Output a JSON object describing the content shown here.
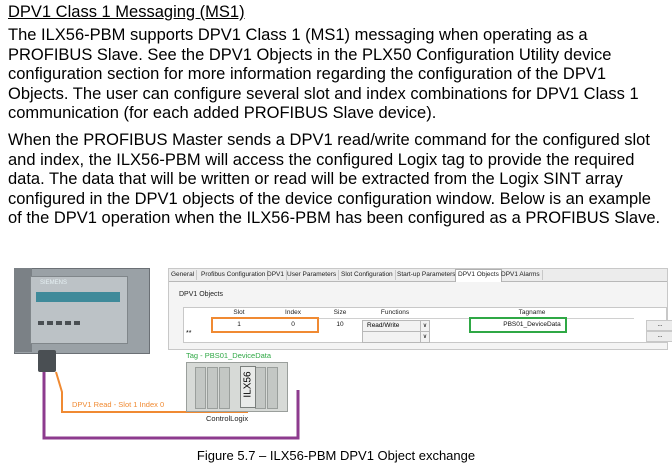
{
  "heading": "DPV1 Class 1 Messaging (MS1)",
  "paragraphs": [
    "The ILX56-PBM supports DPV1 Class 1 (MS1) messaging when operating as a PROFIBUS Slave. See the DPV1 Objects in the PLX50 Configuration Utility device configuration section for more information regarding the configuration of the DPV1 Objects. The user can configure several slot and index combinations for DPV1 Class 1 communication (for each added PROFIBUS Slave device).",
    "When the PROFIBUS Master sends a DPV1 read/write command for the configured slot and index, the ILX56-PBM will access the configured Logix tag to provide the required data. The data that will be written or read will be extracted from the Logix SINT array configured in the DPV1 objects of the device configuration window. Below is an example of the DPV1 operation when the ILX56-PBM has been configured as a PROFIBUS Slave."
  ],
  "figure": {
    "tabs": [
      "General",
      "Profibus Configuration",
      "DPV1",
      "User Parameters",
      "Slot Configuration",
      "Start-up Parameters",
      "DPV1 Objects",
      "DPV1 Alarms"
    ],
    "active_tab": "DPV1 Objects",
    "section_title": "DPV1 Objects",
    "columns": [
      "Slot",
      "Index",
      "Size",
      "Functions",
      "Tagname"
    ],
    "row": {
      "slot": "1",
      "index": "0",
      "size": "10",
      "function": "Read/Write",
      "tagname": "PBS01_DeviceData",
      "button": "..."
    },
    "new_row_marker": "**",
    "new_row_button": "...",
    "plc_brand": "SIEMENS",
    "tag_label": "Tag - PBS01_DeviceData",
    "module_label": "ILX56",
    "chassis_label": "ControlLogix",
    "dpv1_label": "DPV1 Read - Slot 1 Index 0",
    "colors": {
      "orange": "#f08a32",
      "green": "#2fa845",
      "purple": "#8d3b8e"
    }
  },
  "caption": "Figure 5.7 – ILX56-PBM DPV1 Object exchange"
}
